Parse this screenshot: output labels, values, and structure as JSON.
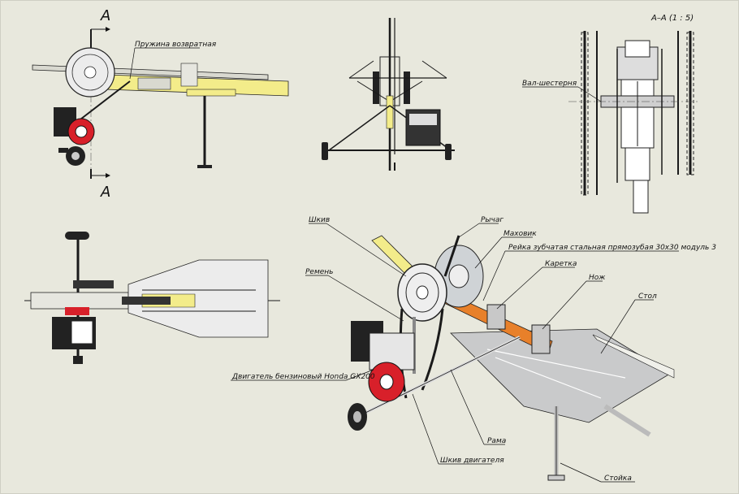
{
  "toolbar": {
    "icons": [
      "zoom-fit-icon",
      "zoom-area-icon",
      "view-orientation-icon",
      "rotate-icon",
      "display-style-icon",
      "section-view-icon",
      "hide-show-icon"
    ]
  },
  "labels": {
    "section_a_top": "A",
    "section_a_bottom": "A",
    "section_title": "A–A (1 : 5)",
    "spring": "Пружина возвратная",
    "shaft_gear": "Вал-шестерня",
    "pulley": "Шкив",
    "lever": "Рычаг",
    "flywheel": "Маховик",
    "rack": "Рейка зубчатая стальная прямозубая 30х30 модуль 3",
    "carriage": "Каретка",
    "belt": "Ремень",
    "knife": "Нож",
    "table": "Стол",
    "engine": "Двигатель бензиновый Honda GX200",
    "frame": "Рама",
    "engine_pulley": "Шкив двигателя",
    "stand": "Стойка"
  },
  "colors": {
    "background": "#e8e8dd",
    "frame_yellow": "#f3ec8a",
    "rack_orange": "#e8802a",
    "engine_red": "#d8202a",
    "metal_gray": "#b8bcc0",
    "dark": "#1a1a1a"
  }
}
